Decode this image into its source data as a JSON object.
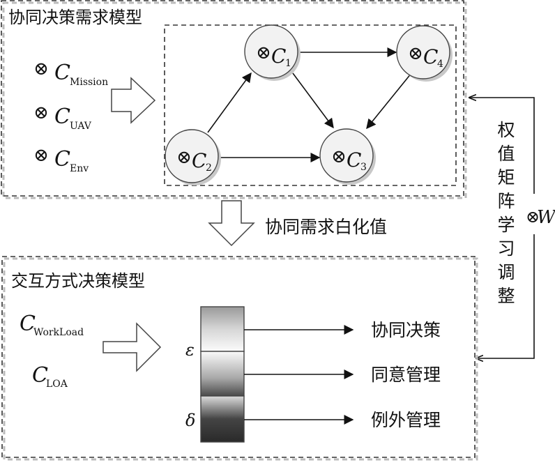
{
  "demand_model": {
    "title": "协同决策需求模型",
    "inputs": [
      {
        "symbol": "⊗",
        "base": "C",
        "sub": "Mission"
      },
      {
        "symbol": "⊗",
        "base": "C",
        "sub": "UAV"
      },
      {
        "symbol": "⊗",
        "base": "C",
        "sub": "Env"
      }
    ],
    "nodes": [
      {
        "id": "c1",
        "symbol": "⊗",
        "base": "C",
        "sub": "1"
      },
      {
        "id": "c2",
        "symbol": "⊗",
        "base": "C",
        "sub": "2"
      },
      {
        "id": "c3",
        "symbol": "⊗",
        "base": "C",
        "sub": "3"
      },
      {
        "id": "c4",
        "symbol": "⊗",
        "base": "C",
        "sub": "4"
      }
    ],
    "edges": [
      {
        "from": "c1",
        "to": "c4"
      },
      {
        "from": "c2",
        "to": "c1"
      },
      {
        "from": "c1",
        "to": "c3"
      },
      {
        "from": "c4",
        "to": "c3"
      },
      {
        "from": "c2",
        "to": "c3"
      }
    ]
  },
  "middle_label": "协同需求白化值",
  "feedback": {
    "label": "权值矩阵学习调整",
    "symbol": "⊗",
    "var": "W"
  },
  "interaction_model": {
    "title": "交互方式决策模型",
    "inputs": [
      {
        "base": "C",
        "sub": "WorkLoad"
      },
      {
        "base": "C",
        "sub": "LOA"
      }
    ],
    "thresholds": [
      "ε",
      "δ"
    ],
    "outputs": [
      "协同决策",
      "同意管理",
      "例外管理"
    ]
  }
}
